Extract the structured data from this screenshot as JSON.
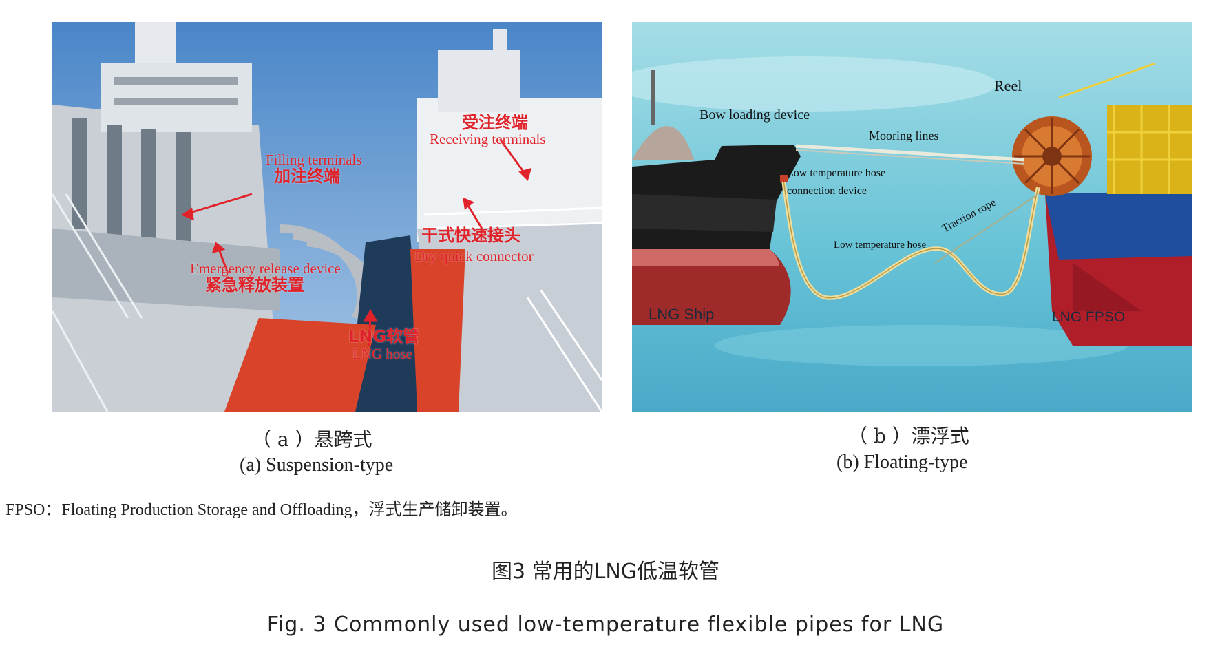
{
  "panel_a": {
    "receiving_zh": "受注终端",
    "receiving_en": "Receiving terminals",
    "filling_en": "Filling terminals",
    "filling_zh": "加注终端",
    "dry_zh": "干式快速接头",
    "dry_en": "Dry quick connector",
    "emergency_en": "Emergency release device",
    "emergency_zh": "紧急释放装置",
    "hose_zh": "LNG软管",
    "hose_en": "LNG hose"
  },
  "panel_b": {
    "reel": "Reel",
    "bow": "Bow loading device",
    "mooring": "Mooring lines",
    "lt_hose_conn_1": "Low temperature hose",
    "lt_hose_conn_2": "connection device",
    "traction": "Traction rope",
    "lt_hose": "Low temperature hose",
    "lng_ship": "LNG Ship",
    "lng_fpso": "LNG FPSO"
  },
  "captions": {
    "a_zh": "（ a ）悬跨式",
    "a_en": "(a)  Suspension-type",
    "b_zh": "（ b ）漂浮式",
    "b_en": "(b)  Floating-type"
  },
  "note": "FPSO：Floating Production Storage and Offloading，浮式生产储卸装置。",
  "figure": {
    "zh": "图3    常用的LNG低温软管",
    "en": "Fig. 3    Commonly used low-temperature flexible pipes for LNG"
  }
}
